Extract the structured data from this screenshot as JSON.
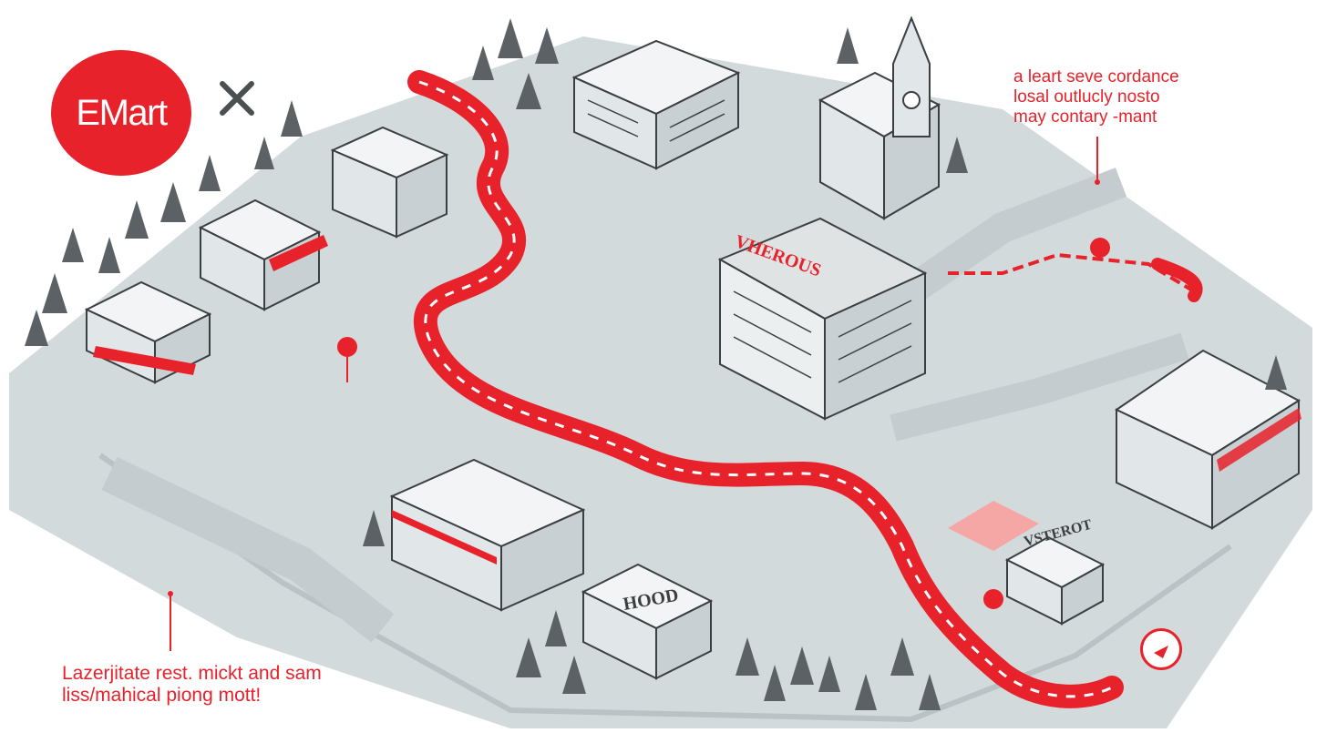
{
  "brand": {
    "logo_text": "EMart",
    "accent_color": "#e8222b",
    "ground_color": "#d3dadc",
    "building_color": "#e9eced",
    "line_color": "#3b3f42"
  },
  "controls": {
    "close_icon": "close-icon",
    "nav_icon": "navigation-arrow-icon"
  },
  "annotations": {
    "top_right": [
      "a leart seve cordance",
      "losal outlucly nosto",
      "may contary -mant"
    ],
    "bottom_left": [
      "Lazerjitate rest. mickt and sam",
      "liss/mahical piong mott!"
    ]
  },
  "map": {
    "signs": [
      "VHEROUS",
      "HOOD",
      "VSTEROT"
    ],
    "route_markers": [
      "marker-a",
      "marker-b",
      "marker-c"
    ]
  }
}
